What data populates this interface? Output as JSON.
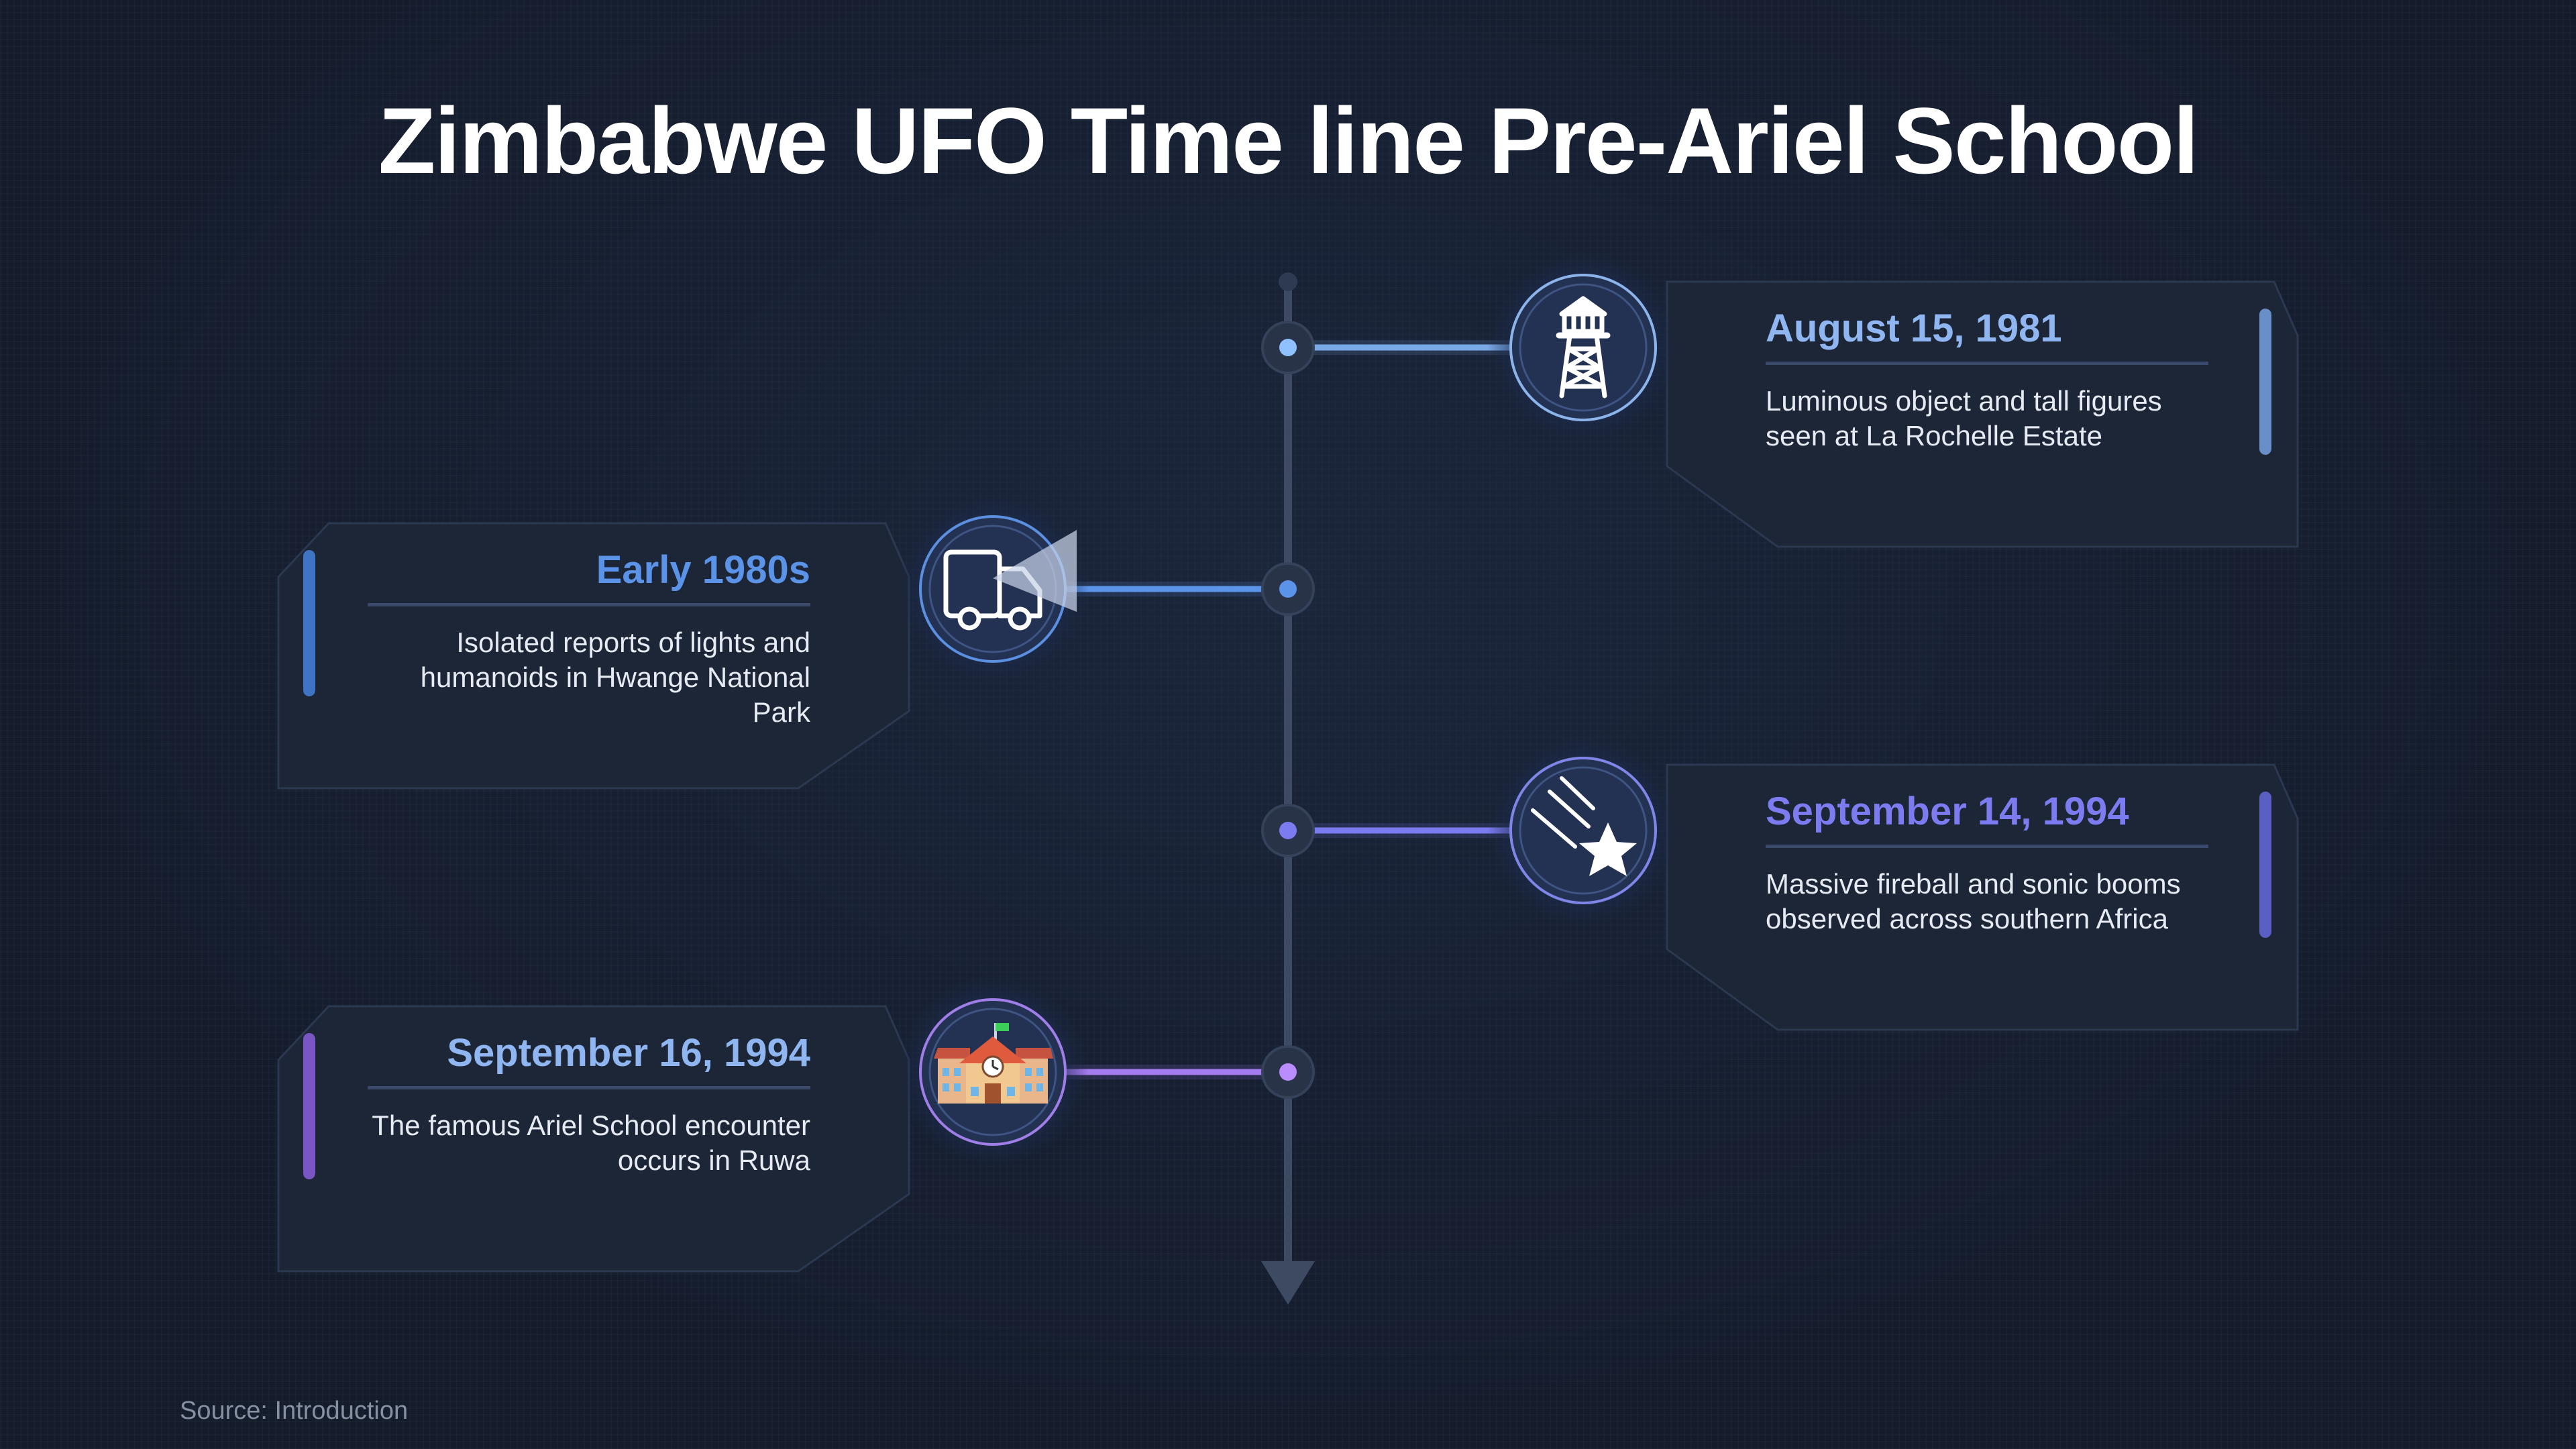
{
  "title": "Zimbabwe UFO Time line Pre-Ariel School",
  "events": [
    {
      "date": "August 15, 1981",
      "description": "Luminous object and tall figures seen at La Rochelle Estate",
      "icon": "watchtower-icon",
      "color": "#8fb6f0"
    },
    {
      "date": "Early 1980s",
      "description": "Isolated reports of lights and humanoids in Hwange National Park",
      "icon": "truck-icon",
      "color": "#5b93e8"
    },
    {
      "date": "September 14, 1994",
      "description": "Massive fireball and sonic booms observed across southern Africa",
      "icon": "shooting-star-icon",
      "color": "#7c7cf0"
    },
    {
      "date": "September 16, 1994",
      "description": "The famous Ariel School encounter occurs in Ruwa",
      "icon": "school-icon",
      "color": "#a57cf0"
    }
  ],
  "source": "Source: Introduction"
}
